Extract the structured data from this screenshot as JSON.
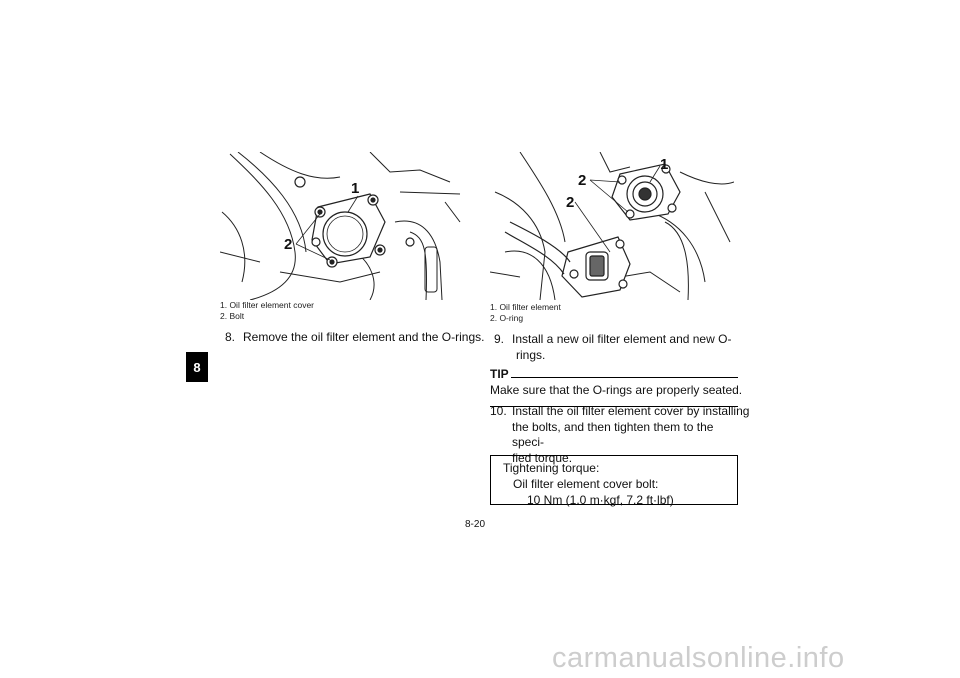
{
  "section_tab": "8",
  "figures": {
    "left": {
      "callouts": [
        "1",
        "2"
      ],
      "caption": [
        "1. Oil filter element cover",
        "2. Bolt"
      ]
    },
    "right": {
      "callouts": [
        "1",
        "2",
        "2"
      ],
      "caption": [
        "1. Oil filter element",
        "2. O-ring"
      ]
    }
  },
  "steps": {
    "step8": {
      "num": "8.",
      "text": "Remove the oil filter element and the O-rings."
    },
    "step9": {
      "num": "9.",
      "line1": "Install a new oil filter element and new O-",
      "line2": "rings."
    },
    "step10": {
      "num": "10.",
      "line1": "Install the oil filter element cover by installing",
      "line2": "the bolts, and then tighten them to the speci-",
      "line3": "fied torque."
    }
  },
  "tip": {
    "label": "TIP",
    "text": "Make sure that the O-rings are properly seated."
  },
  "torque_box": {
    "title": "Tightening torque:",
    "item": "Oil filter element cover bolt:",
    "value": "10 Nm (1.0 m·kgf, 7.2 ft·lbf)"
  },
  "page_number": "8-20",
  "watermark": "carmanualsonline.info"
}
